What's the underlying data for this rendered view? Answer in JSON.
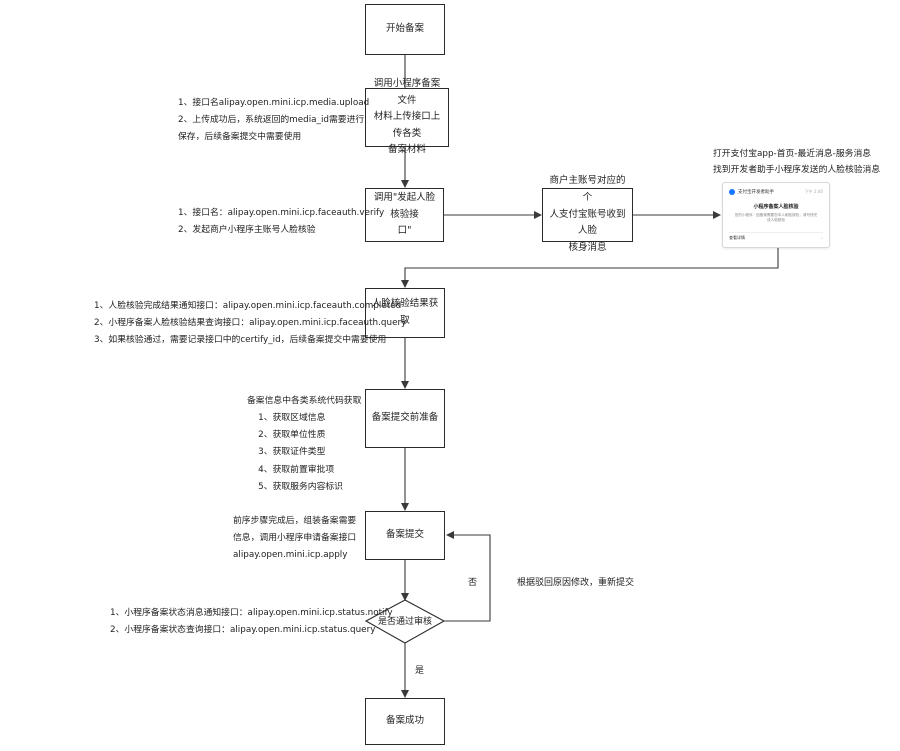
{
  "nodes": {
    "start": "开始备案",
    "upload": "调用小程序备案文件\n材料上传接口上传各类\n备案材料",
    "face_verify": "调用\"发起人脸核验接\n口\"",
    "merchant": "商户主账号对应的个\n人支付宝账号收到人脸\n核身消息",
    "face_result": "人脸核验结果获取",
    "prepare": "备案提交前准备",
    "submit": "备案提交",
    "decision": "是否通过审核",
    "success": "备案成功"
  },
  "notes": {
    "upload": "1、接口名alipay.open.mini.icp.media.upload\n2、上传成功后，系统返回的media_id需要进行\n保存，后续备案提交中需要使用",
    "face_verify": "1、接口名：alipay.open.mini.icp.faceauth.verify\n2、发起商户小程序主账号人脸核验",
    "face_result": "1、人脸核验完成结果通知接口：alipay.open.mini.icp.faceauth.completed\n2、小程序备案人脸核验结果查询接口：alipay.open.mini.icp.faceauth.query\n3、如果核验通过，需要记录接口中的certify_id，后续备案提交中需要使用",
    "prepare": "备案信息中各类系统代码获取\n    1、获取区域信息\n    2、获取单位性质\n    3、获取证件类型\n    4、获取前置审批项\n    5、获取服务内容标识",
    "submit": "前序步骤完成后，组装备案需要\n信息，调用小程序申请备案接口\nalipay.open.mini.icp.apply",
    "decision": "1、小程序备案状态消息通知接口：alipay.open.mini.icp.status.notify\n2、小程序备案状态查询接口：alipay.open.mini.icp.status.query",
    "alipay_app": "打开支付宝app-首页-最近消息-服务消息\n找到开发者助手小程序发送的人脸核验消息"
  },
  "labels": {
    "no": "否",
    "yes": "是",
    "retry": "根据驳回原因修改，重新提交"
  },
  "message_card": {
    "sender": "支付宝开发者助手",
    "time": "下午 2:40",
    "title": "小程序备案人脸核验",
    "body": "您的小程序 · 因备案需要您本人刷脸核验，请尽快完成人脸核验",
    "action": "查看详情",
    "chevron": "›"
  },
  "colors": {
    "line": "#3a3a3a",
    "accent": "#1677ff"
  }
}
